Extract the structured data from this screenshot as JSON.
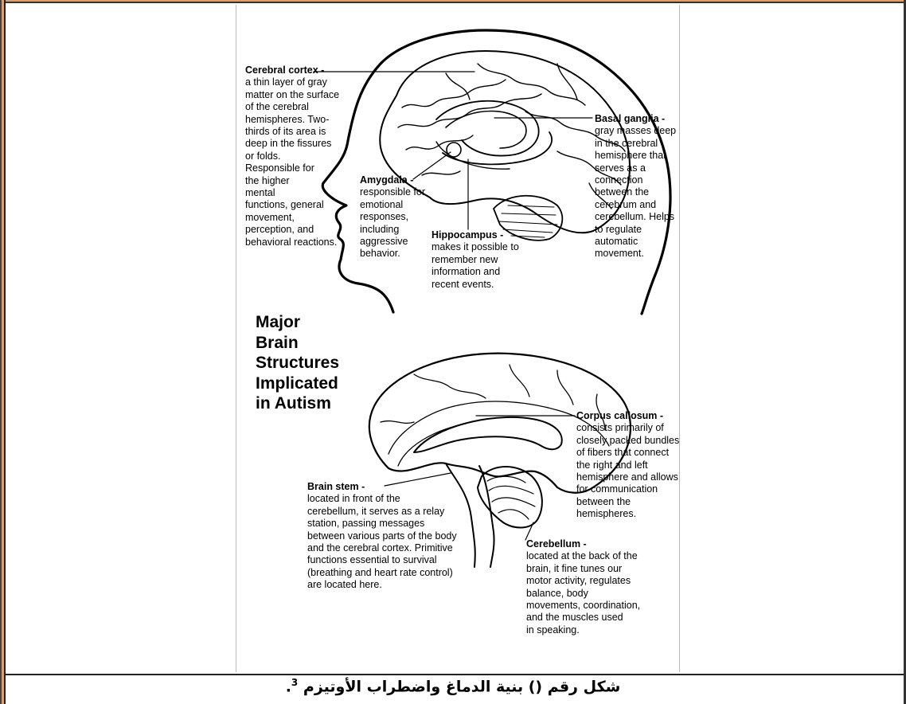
{
  "diagram": {
    "title": "Major\nBrain\nStructures\nImplicated\nin Autism",
    "labels": {
      "cerebral_cortex": {
        "title": "Cerebral cortex -",
        "text": "a thin layer of gray\nmatter on the surface\nof the cerebral\nhemispheres. Two-\nthirds of its area is\ndeep in the fissures\nor folds.\nResponsible for\nthe higher\nmental\nfunctions, general\nmovement,\nperception, and\nbehavioral reactions."
      },
      "amygdala": {
        "title": "Amygdala -",
        "text": "responsible for\nemotional\nresponses,\nincluding\naggressive\nbehavior."
      },
      "hippocampus": {
        "title": "Hippocampus -",
        "text": "makes it possible to\nremember new\ninformation and\nrecent events."
      },
      "basal_ganglia": {
        "title": "Basal ganglia -",
        "text": "gray masses deep\nin the cerebral\nhemisphere that\nserves as a\nconnection\nbetween the\ncerebrum and\ncerebellum. Helps\nto regulate\nautomatic\nmovement."
      },
      "corpus_callosum": {
        "title": "Corpus callosum -",
        "text": "consists primarily of\nclosely packed bundles\nof fibers that connect\nthe right and left\nhemisphere and allows\nfor communication\nbetween the\nhemispheres."
      },
      "brain_stem": {
        "title": "Brain stem -",
        "text": "located in front of the\ncerebellum, it serves as a relay\nstation, passing messages\nbetween various parts of the body\nand the cerebral cortex. Primitive\nfunctions essential to survival\n(breathing and heart rate control)\nare located here."
      },
      "cerebellum": {
        "title": "Cerebellum -",
        "text": "located at the back of the\nbrain, it fine tunes our\nmotor activity, regulates\nbalance, body\nmovements, coordination,\nand the muscles used\nin speaking."
      }
    }
  },
  "caption": {
    "text": "شكل رقم () بنية الدماغ واضطراب الأوتيزم",
    "superscript": "3",
    "end": "."
  }
}
